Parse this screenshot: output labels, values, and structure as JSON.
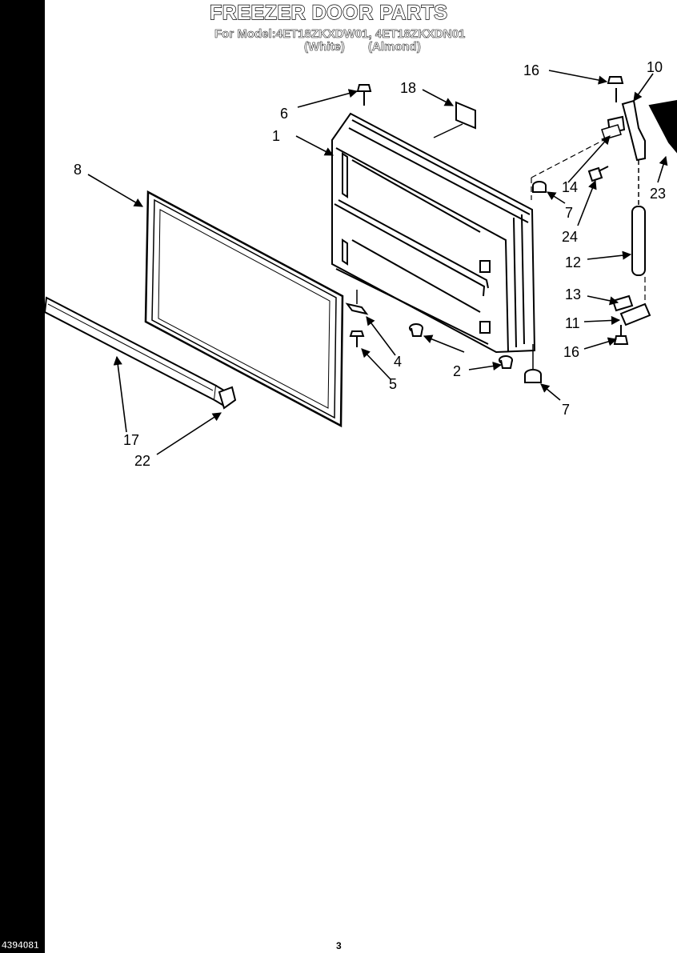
{
  "header": {
    "title": "FREEZER DOOR PARTS",
    "model_line": "For Model:4ET18ZKXDW01, 4ET18ZKXDN01",
    "variant_white": "(White)",
    "variant_almond": "(Almond)"
  },
  "callouts": {
    "c1": "1",
    "c2": "2",
    "c4": "4",
    "c5": "5",
    "c6": "6",
    "c7a": "7",
    "c7b": "7",
    "c8": "8",
    "c10": "10",
    "c11": "11",
    "c12": "12",
    "c13": "13",
    "c14": "14",
    "c16a": "16",
    "c16b": "16",
    "c17": "17",
    "c18": "18",
    "c22": "22",
    "c23": "23",
    "c24": "24"
  },
  "footer": {
    "doc_code": "4394081",
    "page_number": "3"
  }
}
